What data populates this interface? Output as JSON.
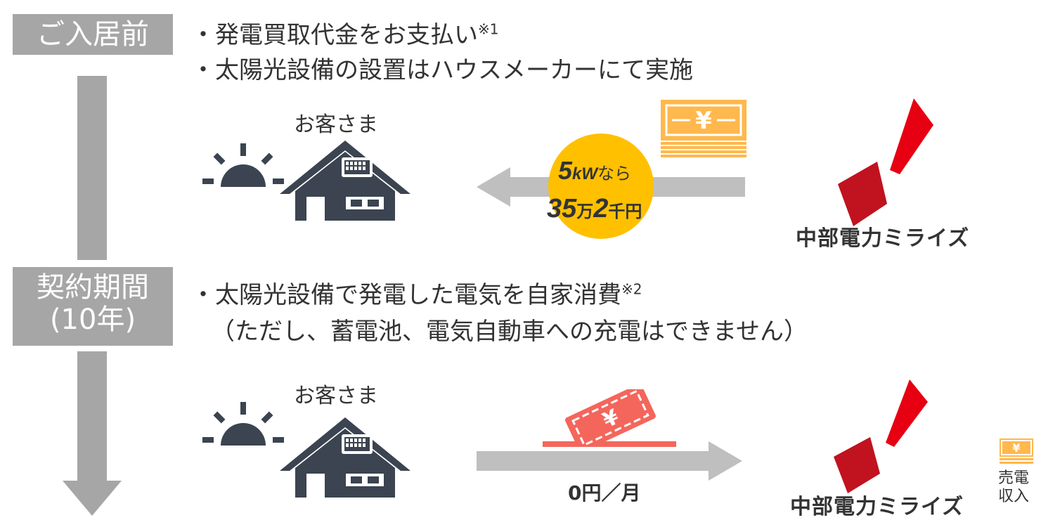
{
  "stages": {
    "before_move_in": "ご入居前",
    "contract_line1": "契約期間",
    "contract_line2": "(10年)"
  },
  "section1": {
    "bullet1": "・発電買取代金をお支払い",
    "bullet1_note": "※1",
    "bullet2": "・太陽光設備の設置はハウスメーカーにて実施",
    "customer_label": "お客さま",
    "badge": {
      "kw_value": "5",
      "kw_unit": "kW",
      "kw_suffix": "なら",
      "amount_a": "35",
      "amount_a_unit": "万",
      "amount_b": "2",
      "amount_b_unit": "千円"
    },
    "company": "中部電力ミライズ",
    "money_symbol": "¥"
  },
  "section2": {
    "bullet1": "・太陽光設備で発電した電気を自家消費",
    "bullet1_note": "※2",
    "bullet2": "（ただし、蓄電池、電気自動車への充電はできません）",
    "customer_label": "お客さま",
    "rate": "0円／月",
    "company": "中部電力ミライズ",
    "ticket_symbol": "¥",
    "income_symbol": "¥",
    "income_line1": "売電",
    "income_line2": "収入"
  },
  "colors": {
    "stage_gray": "#a6a6a6",
    "house_dark": "#3b4450",
    "badge_yellow": "#ffc000",
    "money_orange": "#ffb84d",
    "logo_red": "#e60012",
    "logo_dark_red": "#c1121f",
    "ticket_red": "#f4665c"
  },
  "icons": {
    "house": "house-with-solar-panel-icon",
    "sun": "rising-sun-icon",
    "money": "yen-banknote-stack-icon",
    "logo": "chubu-miraiz-logo-icon",
    "ticket": "yen-ticket-icon"
  }
}
